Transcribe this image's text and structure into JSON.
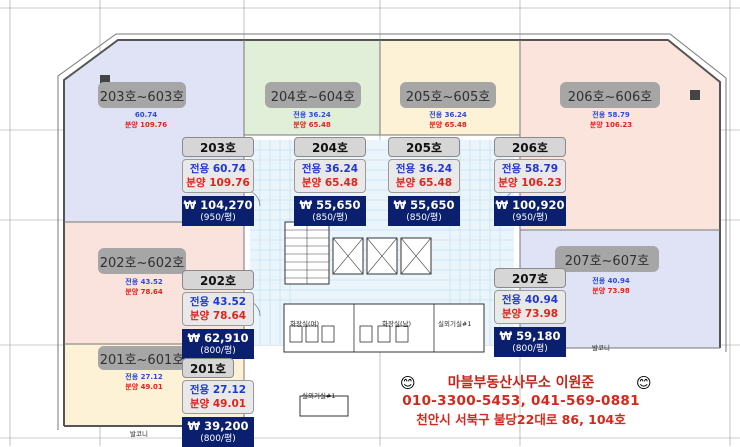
{
  "zones": [
    {
      "key": "z203",
      "label": "203호~603호",
      "exclusive": "60.74",
      "sale": "분양 109.76"
    },
    {
      "key": "z204",
      "label": "204호~604호",
      "exclusive": "전용 36.24",
      "sale": "분양 65.48"
    },
    {
      "key": "z205",
      "label": "205호~605호",
      "exclusive": "전용 36.24",
      "sale": "분양 65.48"
    },
    {
      "key": "z206",
      "label": "206호~606호",
      "exclusive": "전용 58.79",
      "sale": "분양 106.23"
    },
    {
      "key": "z202",
      "label": "202호~602호",
      "exclusive": "전용 43.52",
      "sale": "분양 78.64"
    },
    {
      "key": "z207",
      "label": "207호~607호",
      "exclusive": "전용 40.94",
      "sale": "분양 73.98"
    },
    {
      "key": "z201",
      "label": "201호~601호",
      "exclusive": "전용 27.12",
      "sale": "분양 49.01"
    }
  ],
  "units": [
    {
      "key": "u203",
      "title": "203호",
      "exclusive": "전용  60.74",
      "sale": "분양 109.76",
      "price": "₩ 104,270",
      "unit_price": "(950/평)"
    },
    {
      "key": "u204",
      "title": "204호",
      "exclusive": "전용  36.24",
      "sale": "분양  65.48",
      "price": "₩ 55,650",
      "unit_price": "(850/평)"
    },
    {
      "key": "u205",
      "title": "205호",
      "exclusive": "전용  36.24",
      "sale": "분양  65.48",
      "price": "₩ 55,650",
      "unit_price": "(850/평)"
    },
    {
      "key": "u206",
      "title": "206호",
      "exclusive": "전용  58.79",
      "sale": "분양 106.23",
      "price": "₩ 100,920",
      "unit_price": "(950/평)"
    },
    {
      "key": "u202",
      "title": "202호",
      "exclusive": "전용  43.52",
      "sale": "분양  78.64",
      "price": "₩ 62,910",
      "unit_price": "(800/평)"
    },
    {
      "key": "u207",
      "title": "207호",
      "exclusive": "전용  40.94",
      "sale": "분양  73.98",
      "price": "₩ 59,180",
      "unit_price": "(800/평)"
    },
    {
      "key": "u201",
      "title": "201호",
      "exclusive": "전용  27.12",
      "sale": "분양  49.01",
      "price": "₩ 39,200",
      "unit_price": "(800/평)"
    }
  ],
  "rooms": {
    "restroom_f": "화장실(여)",
    "restroom_m": "화장실(남)",
    "outdoor": "실외기실#1",
    "balcony": "발코니"
  },
  "agency": {
    "name": "마블부동산사무소  이원준",
    "phone": "010-3300-5453,  041-569-0881",
    "address": "천안시 서북구 불당22대로 86, 104호"
  },
  "colors": {
    "price_bg": "#0a1f6e",
    "exclusive": "#2038d0",
    "sale": "#e0241b"
  }
}
